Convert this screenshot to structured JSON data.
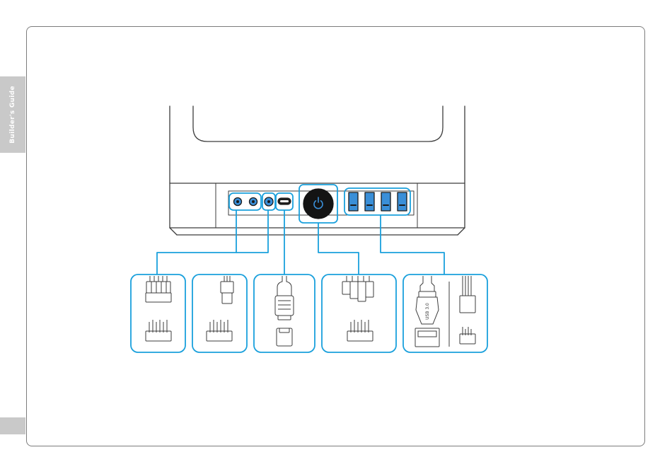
{
  "side_tab": {
    "label": "Builder's Guide"
  },
  "colors": {
    "accent": "#1aa0dc",
    "usb_fill": "#3a8fd8",
    "line": "#3c3c3c",
    "frame": "#7d7d7d",
    "tab": "#c9c9c9"
  },
  "front_io": {
    "ports": [
      "audio-jack",
      "audio-jack",
      "mic-jack",
      "usb-type-c",
      "power-button",
      "usb-a",
      "usb-a",
      "usb-a",
      "usb-a"
    ],
    "usb3_port_label": "USB 3.0"
  }
}
